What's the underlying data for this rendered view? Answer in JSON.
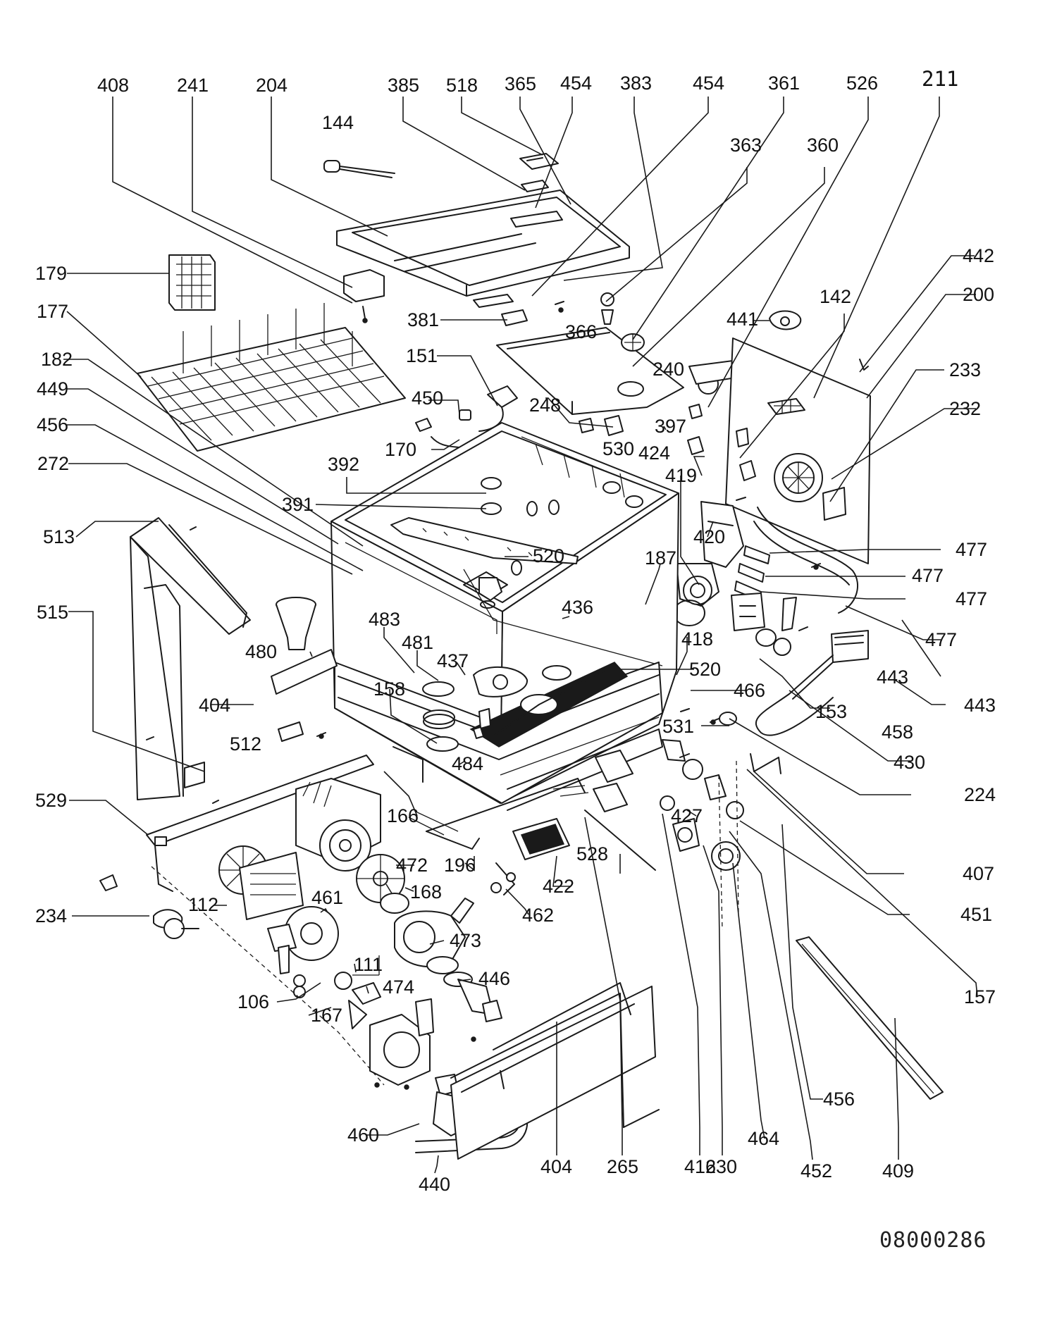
{
  "diagram": {
    "callouts": [
      {
        "id": "408",
        "text": "408"
      },
      {
        "id": "241",
        "text": "241"
      },
      {
        "id": "204",
        "text": "204"
      },
      {
        "id": "385",
        "text": "385"
      },
      {
        "id": "518",
        "text": "518"
      },
      {
        "id": "365",
        "text": "365"
      },
      {
        "id": "454a",
        "text": "454"
      },
      {
        "id": "383",
        "text": "383"
      },
      {
        "id": "454b",
        "text": "454"
      },
      {
        "id": "361",
        "text": "361"
      },
      {
        "id": "526",
        "text": "526"
      },
      {
        "id": "211",
        "text": "211"
      },
      {
        "id": "144",
        "text": "144"
      },
      {
        "id": "363",
        "text": "363"
      },
      {
        "id": "360",
        "text": "360"
      },
      {
        "id": "442",
        "text": "442"
      },
      {
        "id": "200",
        "text": "200"
      },
      {
        "id": "179",
        "text": "179"
      },
      {
        "id": "142",
        "text": "142"
      },
      {
        "id": "177",
        "text": "177"
      },
      {
        "id": "381",
        "text": "381"
      },
      {
        "id": "441",
        "text": "441"
      },
      {
        "id": "366",
        "text": "366"
      },
      {
        "id": "182",
        "text": "182"
      },
      {
        "id": "151",
        "text": "151"
      },
      {
        "id": "240",
        "text": "240"
      },
      {
        "id": "233",
        "text": "233"
      },
      {
        "id": "449",
        "text": "449"
      },
      {
        "id": "450",
        "text": "450"
      },
      {
        "id": "248",
        "text": "248"
      },
      {
        "id": "232",
        "text": "232"
      },
      {
        "id": "456a",
        "text": "456"
      },
      {
        "id": "397",
        "text": "397"
      },
      {
        "id": "170",
        "text": "170"
      },
      {
        "id": "530",
        "text": "530"
      },
      {
        "id": "424",
        "text": "424"
      },
      {
        "id": "272",
        "text": "272"
      },
      {
        "id": "392",
        "text": "392"
      },
      {
        "id": "391",
        "text": "391"
      },
      {
        "id": "419",
        "text": "419"
      },
      {
        "id": "513",
        "text": "513"
      },
      {
        "id": "420",
        "text": "420"
      },
      {
        "id": "520a",
        "text": "520"
      },
      {
        "id": "477a",
        "text": "477"
      },
      {
        "id": "187",
        "text": "187"
      },
      {
        "id": "477b",
        "text": "477"
      },
      {
        "id": "477c",
        "text": "477"
      },
      {
        "id": "515",
        "text": "515"
      },
      {
        "id": "436",
        "text": "436"
      },
      {
        "id": "483",
        "text": "483"
      },
      {
        "id": "418",
        "text": "418"
      },
      {
        "id": "477d",
        "text": "477"
      },
      {
        "id": "480",
        "text": "480"
      },
      {
        "id": "481",
        "text": "481"
      },
      {
        "id": "437",
        "text": "437"
      },
      {
        "id": "520b",
        "text": "520"
      },
      {
        "id": "443a",
        "text": "443"
      },
      {
        "id": "158",
        "text": "158"
      },
      {
        "id": "404a",
        "text": "404"
      },
      {
        "id": "466",
        "text": "466"
      },
      {
        "id": "443b",
        "text": "443"
      },
      {
        "id": "153",
        "text": "153"
      },
      {
        "id": "531",
        "text": "531"
      },
      {
        "id": "512",
        "text": "512"
      },
      {
        "id": "458",
        "text": "458"
      },
      {
        "id": "484",
        "text": "484"
      },
      {
        "id": "430",
        "text": "430"
      },
      {
        "id": "529",
        "text": "529"
      },
      {
        "id": "224",
        "text": "224"
      },
      {
        "id": "166",
        "text": "166"
      },
      {
        "id": "427",
        "text": "427"
      },
      {
        "id": "528",
        "text": "528"
      },
      {
        "id": "196",
        "text": "196"
      },
      {
        "id": "472",
        "text": "472"
      },
      {
        "id": "407",
        "text": "407"
      },
      {
        "id": "422",
        "text": "422"
      },
      {
        "id": "168",
        "text": "168"
      },
      {
        "id": "461",
        "text": "461"
      },
      {
        "id": "112",
        "text": "112"
      },
      {
        "id": "234",
        "text": "234"
      },
      {
        "id": "462",
        "text": "462"
      },
      {
        "id": "451",
        "text": "451"
      },
      {
        "id": "473",
        "text": "473"
      },
      {
        "id": "111",
        "text": "111"
      },
      {
        "id": "446",
        "text": "446"
      },
      {
        "id": "157",
        "text": "157"
      },
      {
        "id": "474",
        "text": "474"
      },
      {
        "id": "106",
        "text": "106"
      },
      {
        "id": "167",
        "text": "167"
      },
      {
        "id": "456b",
        "text": "456"
      },
      {
        "id": "464",
        "text": "464"
      },
      {
        "id": "460",
        "text": "460"
      },
      {
        "id": "404b",
        "text": "404"
      },
      {
        "id": "265",
        "text": "265"
      },
      {
        "id": "416",
        "text": "416"
      },
      {
        "id": "230",
        "text": "230"
      },
      {
        "id": "452",
        "text": "452"
      },
      {
        "id": "409",
        "text": "409"
      },
      {
        "id": "440",
        "text": "440"
      }
    ],
    "reference_code": "08000286"
  }
}
